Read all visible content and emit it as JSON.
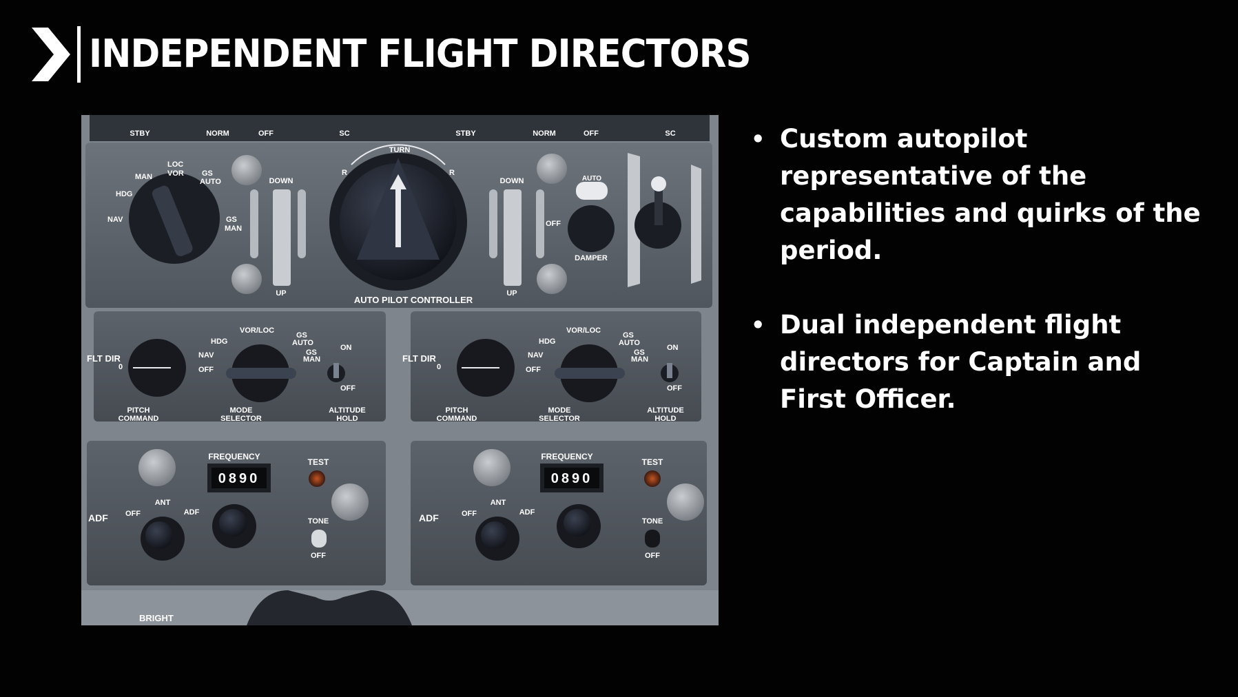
{
  "slide": {
    "title": "INDEPENDENT FLIGHT DIRECTORS",
    "bullets": [
      "Custom autopilot representative of the capabilities and quirks of the period.",
      "Dual independent flight directors for Captain and First Officer."
    ]
  },
  "photo": {
    "top_labels": [
      "STBY",
      "NORM",
      "OFF",
      "SC",
      "STBY",
      "NORM",
      "OFF",
      "SC"
    ],
    "autopilot": {
      "nav_positions": [
        "NAV",
        "HDG",
        "MAN",
        "LOC",
        "VOR",
        "GS",
        "AUTO",
        "GS",
        "MAN"
      ],
      "turn_label": "TURN",
      "turn_left": "R",
      "turn_right": "R",
      "down": "DOWN",
      "up": "UP",
      "off": "OFF",
      "damper": "DAMPER",
      "auto": "AUTO",
      "panel_name": "AUTO PILOT CONTROLLER"
    },
    "flight_director": {
      "side_label": "FLT DIR",
      "zero": "0",
      "pitch": [
        "PITCH",
        "COMMAND"
      ],
      "mode": [
        "MODE",
        "SELECTOR"
      ],
      "alt": [
        "ALTITUDE",
        "HOLD"
      ],
      "positions": {
        "hdg": "HDG",
        "vor_loc": "VOR/LOC",
        "gs_auto": [
          "GS",
          "AUTO"
        ],
        "nav": "NAV",
        "gs_man": [
          "GS",
          "MAN"
        ],
        "off": "OFF"
      },
      "on": "ON",
      "alt_off": "OFF"
    },
    "adf": {
      "side_label": "ADF",
      "frequency_label": "FREQUENCY",
      "frequency": "0890",
      "test": "TEST",
      "tone": "TONE",
      "tone_off": "OFF",
      "off": "OFF",
      "ant": "ANT",
      "adf": "ADF"
    },
    "bright": "BRIGHT"
  }
}
